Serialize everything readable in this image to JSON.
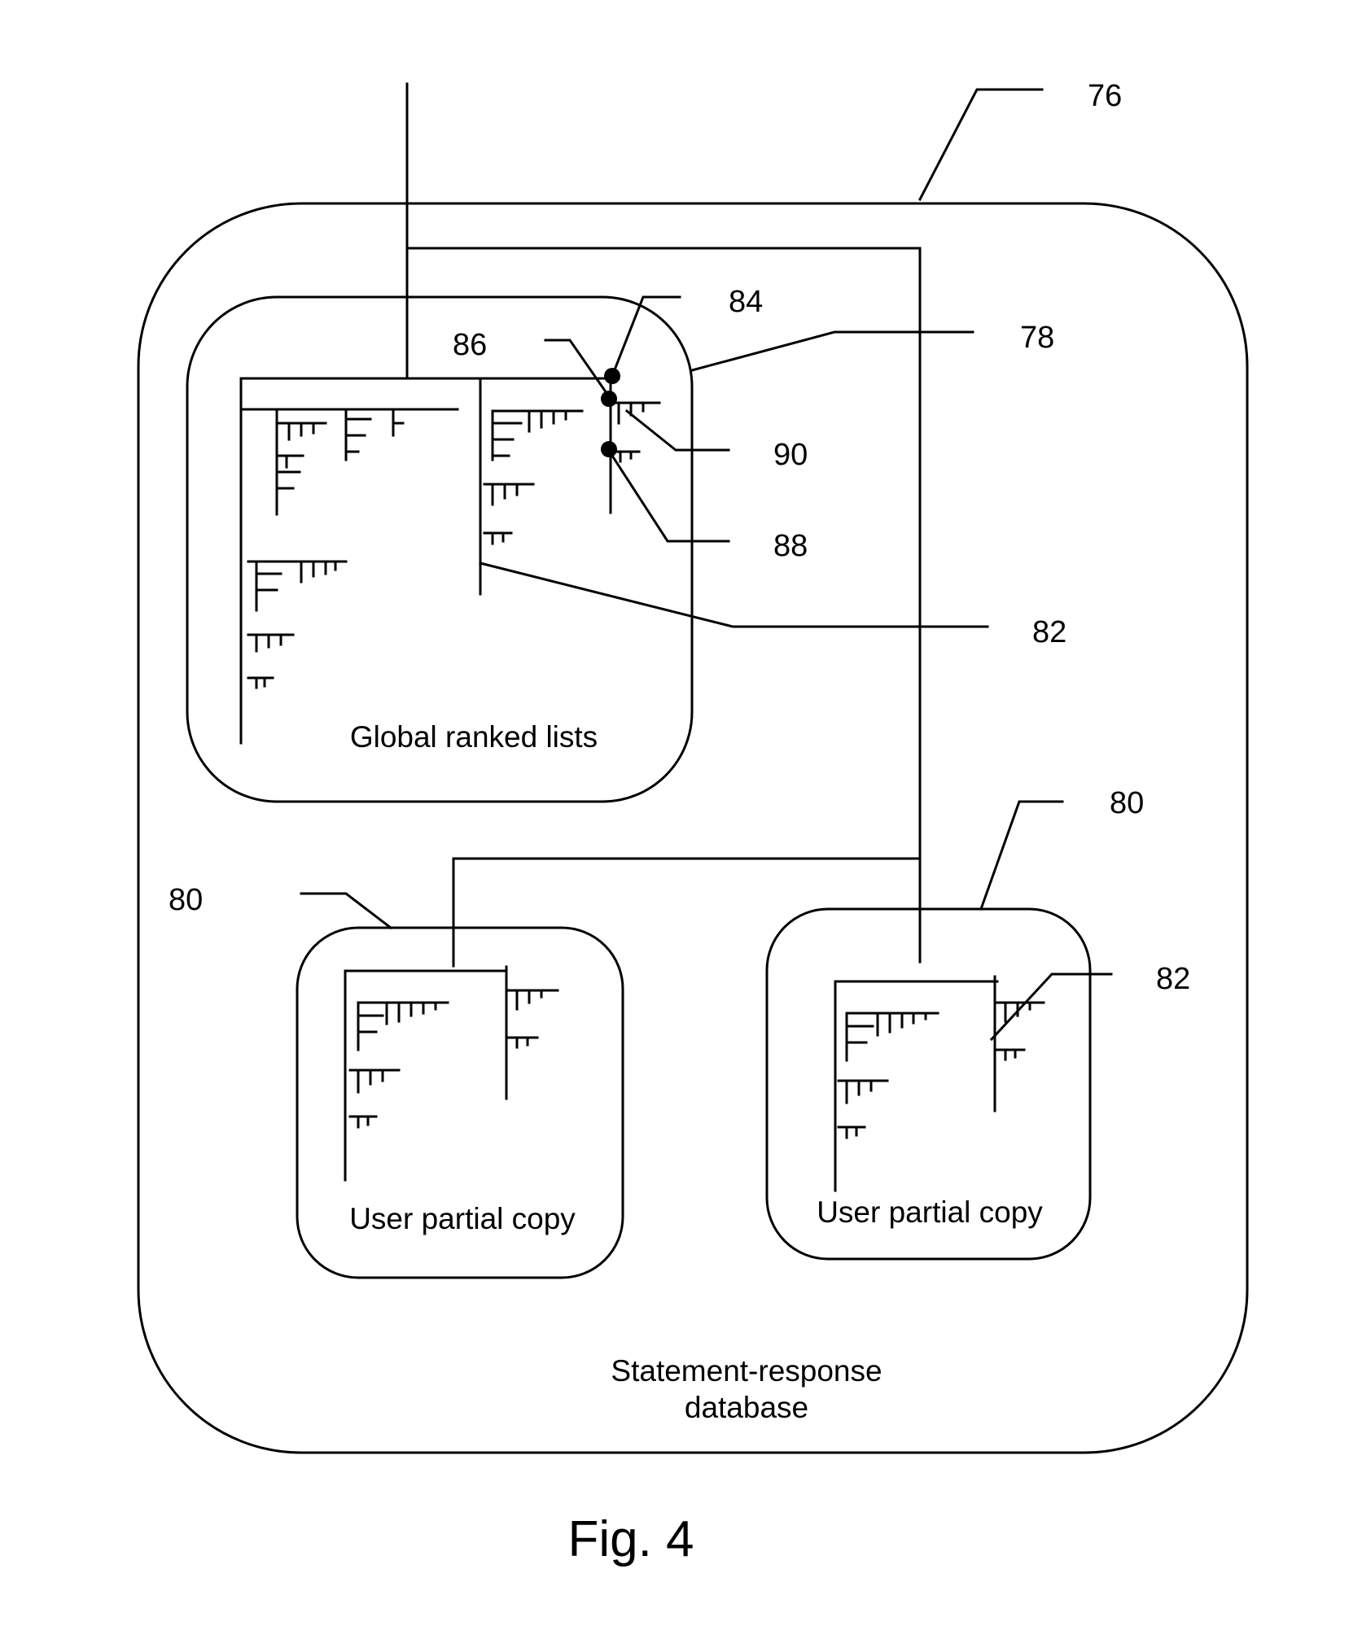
{
  "figure": {
    "caption": "Fig. 4"
  },
  "database": {
    "label_line1": "Statement-response",
    "label_line2": "database"
  },
  "global_box": {
    "label": "Global ranked lists"
  },
  "user_boxes": [
    {
      "label": "User partial copy"
    },
    {
      "label": "User partial copy"
    }
  ],
  "reference_numerals": {
    "n76": "76",
    "n78": "78",
    "n84": "84",
    "n86": "86",
    "n90": "90",
    "n88": "88",
    "n82_top": "82",
    "n80_left": "80",
    "n80_right": "80",
    "n82_right": "82"
  }
}
